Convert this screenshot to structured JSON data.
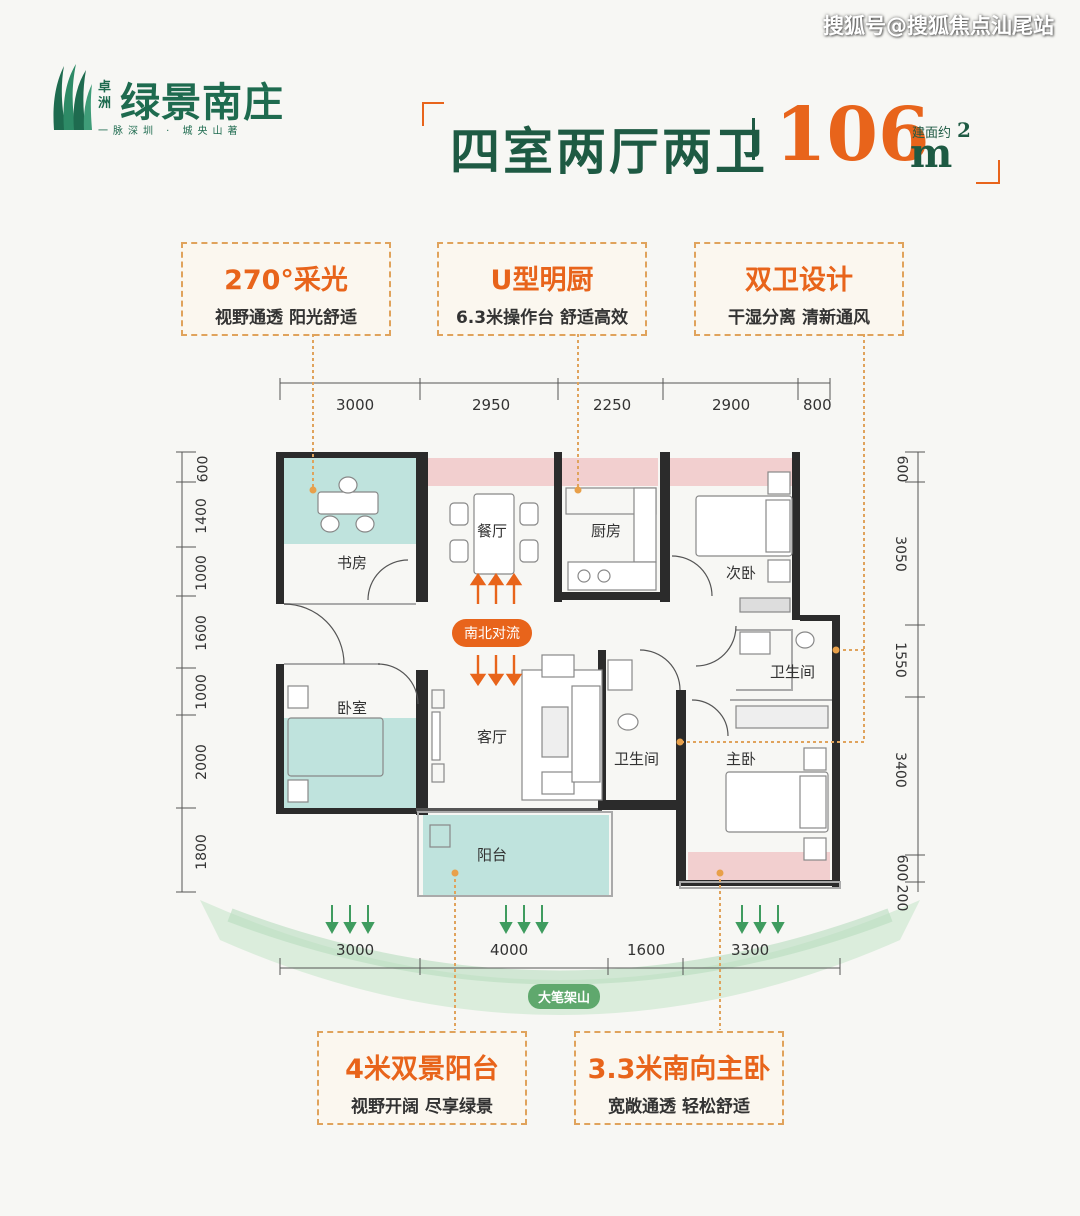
{
  "watermark": "搜狐号@搜狐焦点汕尾站",
  "brand": {
    "prefix": "卓洲",
    "name": "绿景南庄",
    "slogan": "一脉深圳 · 城央山著"
  },
  "title": {
    "layout": "四室两厅两卫",
    "area": "106",
    "area_label": "建面约",
    "unit": "m",
    "unit_sup": "2"
  },
  "callouts": {
    "light": {
      "title": "270°采光",
      "sub": "视野通透 阳光舒适"
    },
    "kitchen": {
      "title": "U型明厨",
      "sub": "6.3米操作台 舒适高效"
    },
    "bath": {
      "title": "双卫设计",
      "sub": "干湿分离 清新通风"
    },
    "balcony": {
      "title": "4米双景阳台",
      "sub": "视野开阔 尽享绿景"
    },
    "master": {
      "title": "3.3米南向主卧",
      "sub": "宽敞通透 轻松舒适"
    }
  },
  "dimensions": {
    "top": [
      "3000",
      "2950",
      "2250",
      "2900",
      "800"
    ],
    "bottom": [
      "3000",
      "4000",
      "1600",
      "3300"
    ],
    "left": [
      "600",
      "1400",
      "1000",
      "1600",
      "1000",
      "2000",
      "1800"
    ],
    "right": [
      "600",
      "3050",
      "1550",
      "3400",
      "600",
      "200"
    ]
  },
  "rooms": {
    "study": "书房",
    "dining": "餐厅",
    "kitchen": "厨房",
    "second_bedroom": "次卧",
    "bedroom": "卧室",
    "living": "客厅",
    "bathroom1": "卫生间",
    "bathroom2": "卫生间",
    "master": "主卧",
    "balcony": "阳台"
  },
  "labels": {
    "ventilation": "南北对流",
    "mountain": "大笔架山"
  },
  "colors": {
    "accent": "#e8641b",
    "brand_green": "#1e6b4f",
    "wall": "#2b2b2b",
    "window_pink": "#f2cfcf",
    "teal_fill": "#bfe3dd"
  }
}
